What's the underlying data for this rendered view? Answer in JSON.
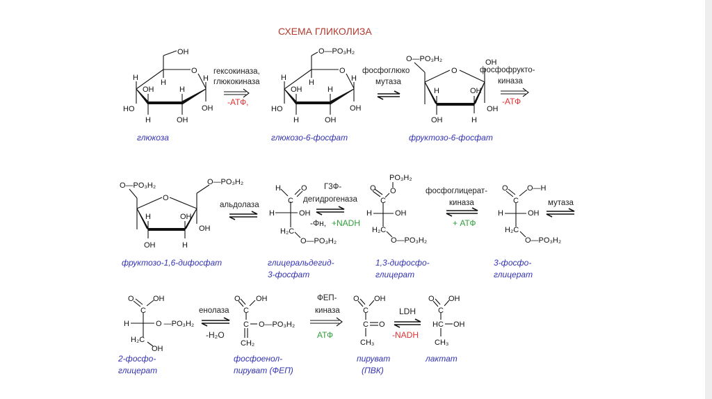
{
  "title": "СХЕМА ГЛИКОЛИЗА",
  "colors": {
    "title": "#b03a2e",
    "name": "#3434b4",
    "minus": "#e23030",
    "plus": "#2f9e3a"
  },
  "structures": {
    "glucose": {
      "name": [
        "глюкоза"
      ],
      "atoms": [
        "OH",
        "O",
        "H",
        "HO",
        "H",
        "OH",
        "H",
        "H",
        "OH",
        "H",
        "OH"
      ]
    },
    "g6p": {
      "name": [
        "глюкозо-6-фосфат"
      ],
      "atoms": [
        "O—PO₃H₂",
        "O",
        "H",
        "HO",
        "H",
        "OH",
        "H",
        "H",
        "OH",
        "H",
        "OH"
      ]
    },
    "f6p": {
      "name": [
        "фруктозо-6-фосфат"
      ],
      "atoms": [
        "O—PO₃H₂",
        "O",
        "OH",
        "H",
        "OH",
        "OH",
        "OH",
        "H"
      ]
    },
    "f16bp": {
      "name": [
        "фруктозо-1,6-дифосфат"
      ],
      "atoms": [
        "O—PO₃H₂",
        "O—PO₃H₂",
        "O",
        "H",
        "OH",
        "OH",
        "OH",
        "H"
      ]
    },
    "g3p": {
      "name": [
        "глицеральдегид-",
        "3-фосфат"
      ],
      "atoms": [
        "H",
        "C",
        "O",
        "H",
        "OH",
        "H₂C",
        "O—PO₃H₂"
      ]
    },
    "bpg": {
      "name": [
        "1,3-дифосфо-",
        "глицерат"
      ],
      "atoms": [
        "PO₃H₂",
        "O",
        "O",
        "C",
        "H",
        "OH",
        "H₂C",
        "O—PO₃H₂"
      ]
    },
    "pg3": {
      "name": [
        "3-фосфо-",
        "глицерат"
      ],
      "atoms": [
        "O",
        "O—H",
        "C",
        "H",
        "OH",
        "H₂C",
        "O—PO₃H₂"
      ]
    },
    "pg2": {
      "name": [
        "2-фосфо-",
        "глицерат"
      ],
      "atoms": [
        "O",
        "OH",
        "C",
        "H",
        "O —PO₃H₂",
        "H₂C",
        "OH"
      ]
    },
    "pep": {
      "name": [
        "фосфоенол-",
        "пируват (ФЕП)"
      ],
      "atoms": [
        "O",
        "OH",
        "C",
        "C",
        "O—PO₃H₂",
        "CH₂"
      ]
    },
    "pyruvate": {
      "name": [
        "пируват",
        "(ПВК)"
      ],
      "atoms": [
        "O",
        "OH",
        "C",
        "C",
        "O",
        "CH₃"
      ]
    },
    "lactate": {
      "name": [
        "лактат"
      ],
      "atoms": [
        "O",
        "OH",
        "C",
        "HC",
        "OH",
        "CH₃"
      ]
    }
  },
  "reactions": {
    "r1": {
      "enzyme": [
        "гексокиназа,",
        "глюкокиназа"
      ],
      "cofactor": "-АТФ,"
    },
    "r2": {
      "enzyme": [
        "фосфоглюко",
        "мутаза"
      ]
    },
    "r3": {
      "enzyme": [
        "фосфофрукто-",
        "киназа"
      ],
      "cofactor": "-АТФ"
    },
    "r4": {
      "enzyme": [
        "альдолаза"
      ]
    },
    "r5": {
      "enzyme": [
        "Г3Ф-",
        "дегидрогеназа"
      ],
      "cofactor": "-Фн, ",
      "cofactor2": "+NADH"
    },
    "r6": {
      "enzyme": [
        "фосфоглицерат-",
        "киназа"
      ],
      "cofactor": "+ АТФ"
    },
    "r7": {
      "enzyme": [
        "мутаза"
      ]
    },
    "r8": {
      "enzyme": [
        "енолаза"
      ],
      "cofactor": "-H₂O"
    },
    "r9": {
      "enzyme": [
        "ФЕП-",
        "киназа"
      ],
      "cofactor": "АТФ"
    },
    "r10": {
      "enzyme": [
        "LDH"
      ],
      "cofactor": "-NADH"
    }
  }
}
